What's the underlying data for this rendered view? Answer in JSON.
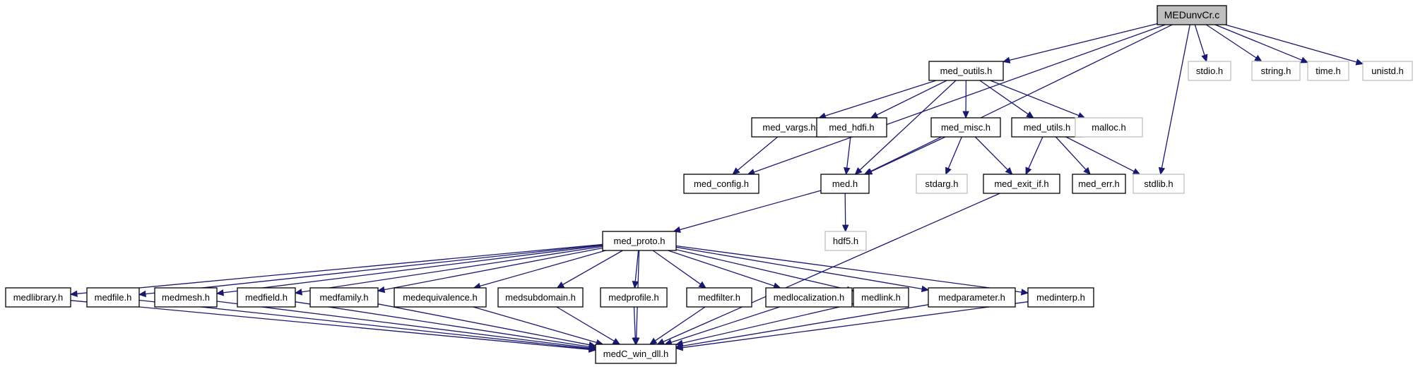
{
  "diagram": {
    "colors": {
      "edge": "#191970",
      "node_border": "#000000",
      "external_border": "#bfbfbf",
      "root_fill": "#bfbfbf"
    },
    "nodes": {
      "MEDunvCr_c": {
        "label": "MEDunvCr.c",
        "kind": "root"
      },
      "med_outils_h": {
        "label": "med_outils.h",
        "kind": "internal"
      },
      "stdio_h": {
        "label": "stdio.h",
        "kind": "external"
      },
      "string_h": {
        "label": "string.h",
        "kind": "external"
      },
      "time_h": {
        "label": "time.h",
        "kind": "external"
      },
      "unistd_h": {
        "label": "unistd.h",
        "kind": "external"
      },
      "med_vargs_h": {
        "label": "med_vargs.h",
        "kind": "internal"
      },
      "med_hdfi_h": {
        "label": "med_hdfi.h",
        "kind": "internal"
      },
      "med_misc_h": {
        "label": "med_misc.h",
        "kind": "internal"
      },
      "med_utils_h": {
        "label": "med_utils.h",
        "kind": "internal"
      },
      "malloc_h": {
        "label": "malloc.h",
        "kind": "external"
      },
      "med_config_h": {
        "label": "med_config.h",
        "kind": "internal"
      },
      "med_h": {
        "label": "med.h",
        "kind": "internal"
      },
      "stdarg_h": {
        "label": "stdarg.h",
        "kind": "external"
      },
      "med_exit_if_h": {
        "label": "med_exit_if.h",
        "kind": "internal"
      },
      "med_err_h": {
        "label": "med_err.h",
        "kind": "internal"
      },
      "stdlib_h": {
        "label": "stdlib.h",
        "kind": "external"
      },
      "med_proto_h": {
        "label": "med_proto.h",
        "kind": "internal"
      },
      "hdf5_h": {
        "label": "hdf5.h",
        "kind": "external"
      },
      "medlibrary_h": {
        "label": "medlibrary.h",
        "kind": "internal"
      },
      "medfile_h": {
        "label": "medfile.h",
        "kind": "internal"
      },
      "medmesh_h": {
        "label": "medmesh.h",
        "kind": "internal"
      },
      "medfield_h": {
        "label": "medfield.h",
        "kind": "internal"
      },
      "medfamily_h": {
        "label": "medfamily.h",
        "kind": "internal"
      },
      "medequivalence_h": {
        "label": "medequivalence.h",
        "kind": "internal"
      },
      "medsubdomain_h": {
        "label": "medsubdomain.h",
        "kind": "internal"
      },
      "medprofile_h": {
        "label": "medprofile.h",
        "kind": "internal"
      },
      "medfilter_h": {
        "label": "medfilter.h",
        "kind": "internal"
      },
      "medlocalization_h": {
        "label": "medlocalization.h",
        "kind": "internal"
      },
      "medlink_h": {
        "label": "medlink.h",
        "kind": "internal"
      },
      "medparameter_h": {
        "label": "medparameter.h",
        "kind": "internal"
      },
      "medinterp_h": {
        "label": "medinterp.h",
        "kind": "internal"
      },
      "medC_win_dll_h": {
        "label": "medC_win_dll.h",
        "kind": "internal"
      }
    },
    "edges": [
      [
        "MEDunvCr_c",
        "med_outils_h"
      ],
      [
        "MEDunvCr_c",
        "stdio_h"
      ],
      [
        "MEDunvCr_c",
        "string_h"
      ],
      [
        "MEDunvCr_c",
        "time_h"
      ],
      [
        "MEDunvCr_c",
        "unistd_h"
      ],
      [
        "MEDunvCr_c",
        "med_config_h"
      ],
      [
        "MEDunvCr_c",
        "med_h"
      ],
      [
        "MEDunvCr_c",
        "stdlib_h"
      ],
      [
        "med_outils_h",
        "med_vargs_h"
      ],
      [
        "med_outils_h",
        "med_hdfi_h"
      ],
      [
        "med_outils_h",
        "med_misc_h"
      ],
      [
        "med_outils_h",
        "med_utils_h"
      ],
      [
        "med_outils_h",
        "malloc_h"
      ],
      [
        "med_outils_h",
        "med_h"
      ],
      [
        "med_vargs_h",
        "med_config_h"
      ],
      [
        "med_hdfi_h",
        "med_h"
      ],
      [
        "med_misc_h",
        "med_h"
      ],
      [
        "med_misc_h",
        "stdarg_h"
      ],
      [
        "med_misc_h",
        "med_exit_if_h"
      ],
      [
        "med_utils_h",
        "med_exit_if_h"
      ],
      [
        "med_utils_h",
        "med_err_h"
      ],
      [
        "med_utils_h",
        "stdlib_h"
      ],
      [
        "med_h",
        "med_proto_h"
      ],
      [
        "med_h",
        "hdf5_h"
      ],
      [
        "med_exit_if_h",
        "medC_win_dll_h"
      ],
      [
        "med_proto_h",
        "medlibrary_h"
      ],
      [
        "med_proto_h",
        "medfile_h"
      ],
      [
        "med_proto_h",
        "medmesh_h"
      ],
      [
        "med_proto_h",
        "medfield_h"
      ],
      [
        "med_proto_h",
        "medfamily_h"
      ],
      [
        "med_proto_h",
        "medequivalence_h"
      ],
      [
        "med_proto_h",
        "medsubdomain_h"
      ],
      [
        "med_proto_h",
        "medprofile_h"
      ],
      [
        "med_proto_h",
        "medfilter_h"
      ],
      [
        "med_proto_h",
        "medlocalization_h"
      ],
      [
        "med_proto_h",
        "medlink_h"
      ],
      [
        "med_proto_h",
        "medparameter_h"
      ],
      [
        "med_proto_h",
        "medinterp_h"
      ],
      [
        "med_proto_h",
        "medC_win_dll_h"
      ],
      [
        "medlibrary_h",
        "medC_win_dll_h"
      ],
      [
        "medfile_h",
        "medC_win_dll_h"
      ],
      [
        "medmesh_h",
        "medC_win_dll_h"
      ],
      [
        "medfield_h",
        "medC_win_dll_h"
      ],
      [
        "medfamily_h",
        "medC_win_dll_h"
      ],
      [
        "medequivalence_h",
        "medC_win_dll_h"
      ],
      [
        "medsubdomain_h",
        "medC_win_dll_h"
      ],
      [
        "medprofile_h",
        "medC_win_dll_h"
      ],
      [
        "medfilter_h",
        "medC_win_dll_h"
      ],
      [
        "medlocalization_h",
        "medC_win_dll_h"
      ],
      [
        "medlink_h",
        "medC_win_dll_h"
      ],
      [
        "medparameter_h",
        "medC_win_dll_h"
      ],
      [
        "medinterp_h",
        "medC_win_dll_h"
      ]
    ]
  }
}
